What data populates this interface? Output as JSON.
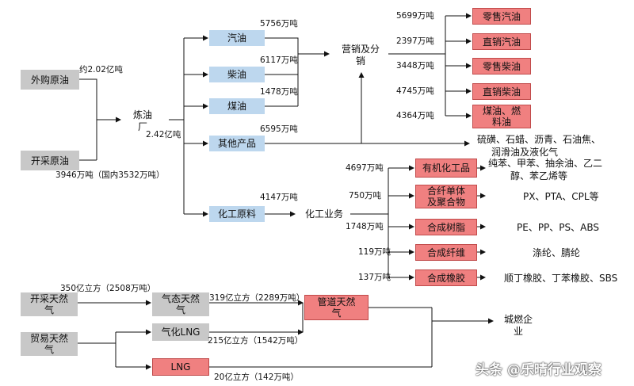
{
  "sources": {
    "purchased_crude": "外购原油",
    "mined_crude": "开采原油",
    "purchased_amount": "约2.02亿吨",
    "mined_amount": "3946万吨（国内3532万吨）"
  },
  "refinery": {
    "label_1": "炼油",
    "label_2": "厂",
    "output": "2.42亿吨"
  },
  "refined_products": [
    {
      "name": "汽油",
      "amount": "5756万吨"
    },
    {
      "name": "柴油",
      "amount": "6117万吨"
    },
    {
      "name": "煤油",
      "amount": "1478万吨"
    },
    {
      "name": "其他产品",
      "amount": "6595万吨"
    },
    {
      "name": "化工原料",
      "amount": "4147万吨"
    }
  ],
  "marketing": {
    "label_1": "营销及分",
    "label_2": "销",
    "channels": [
      {
        "name": "零售汽油",
        "amount": "5699万吨"
      },
      {
        "name": "直销汽油",
        "amount": "2397万吨"
      },
      {
        "name": "零售柴油",
        "amount": "3448万吨"
      },
      {
        "name": "直销柴油",
        "amount": "4745万吨"
      },
      {
        "name_1": "煤油、燃",
        "name_2": "料油",
        "amount": "4364万吨"
      }
    ]
  },
  "other_products_desc": {
    "line_1": "硫磺、石蜡、沥青、石油焦、",
    "line_2": "润滑油及液化气"
  },
  "chemical": {
    "label": "化工业务",
    "items": [
      {
        "name": "有机化工品",
        "amount": "4697万吨",
        "desc_1": "纯苯、甲苯、抽余油、乙二",
        "desc_2": "醇、苯乙烯等"
      },
      {
        "name_1": "合纤单体",
        "name_2": "及聚合物",
        "amount": "750万吨",
        "desc_1": "PX、PTA、CPL等"
      },
      {
        "name": "合成树脂",
        "amount": "1748万吨",
        "desc_1": "PE、PP、PS、ABS"
      },
      {
        "name": "合成纤维",
        "amount": "119万吨",
        "desc_1": "涤纶、腈纶"
      },
      {
        "name": "合成橡胶",
        "amount": "137万吨",
        "desc_1": "顺丁橡胶、丁苯橡胶、SBS"
      }
    ]
  },
  "gas": {
    "mined_1": "开采天然",
    "mined_2": "气",
    "trade_1": "贸易天然",
    "trade_2": "气",
    "gaseous_1": "气态天然",
    "gaseous_2": "气",
    "gasified": "气化LNG",
    "lng": "LNG",
    "pipeline_1": "管道天然",
    "pipeline_2": "气",
    "city_1": "城燃企",
    "city_2": "业",
    "mined_amount": "350亿立方（2508万吨）",
    "gaseous_amount": "319亿立方（2289万吨）",
    "gasified_amount": "215亿立方（1542万吨）",
    "lng_amount": "20亿立方（142万吨）"
  },
  "watermark": "头条 @乐晴行业观察",
  "colors": {
    "gray": "#c8c8c8",
    "blue": "#bdd7ee",
    "red": "#f08080"
  }
}
